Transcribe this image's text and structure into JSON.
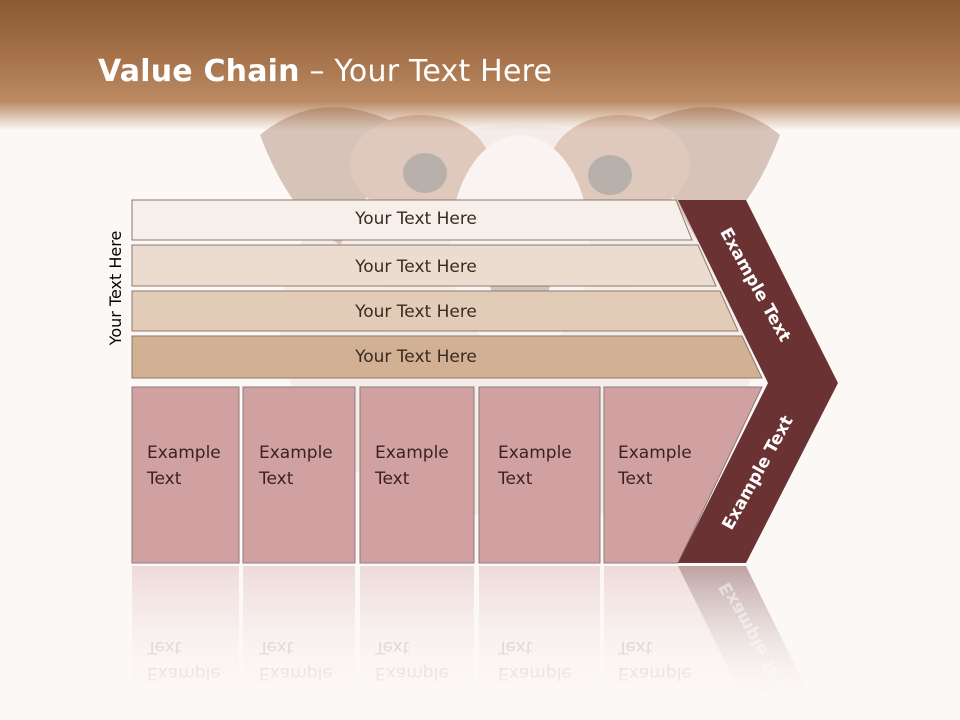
{
  "slide": {
    "title_bold": "Value Chain",
    "title_rest": " – Your Text Here",
    "side_label": "Your Text Here",
    "bars": [
      {
        "label": "Your Text Here"
      },
      {
        "label": "Your Text Here"
      },
      {
        "label": "Your Text Here"
      },
      {
        "label": "Your Text Here"
      }
    ],
    "boxes": [
      {
        "line1": "Example",
        "line2": "Text"
      },
      {
        "line1": "Example",
        "line2": "Text"
      },
      {
        "line1": "Example",
        "line2": "Text"
      },
      {
        "line1": "Example",
        "line2": "Text"
      },
      {
        "line1": "Example",
        "line2": "Text"
      }
    ],
    "chevron_top_label": "Example Text",
    "chevron_bottom_label": "Example Text",
    "colors": {
      "header": "#a6734b",
      "bar_1": "#f6efea",
      "bar_2": "#ecdcd0",
      "bar_3": "#e3ccb7",
      "bar_4": "#d1b093",
      "box": "#d1a1a2",
      "chevron": "#6a3233"
    }
  }
}
